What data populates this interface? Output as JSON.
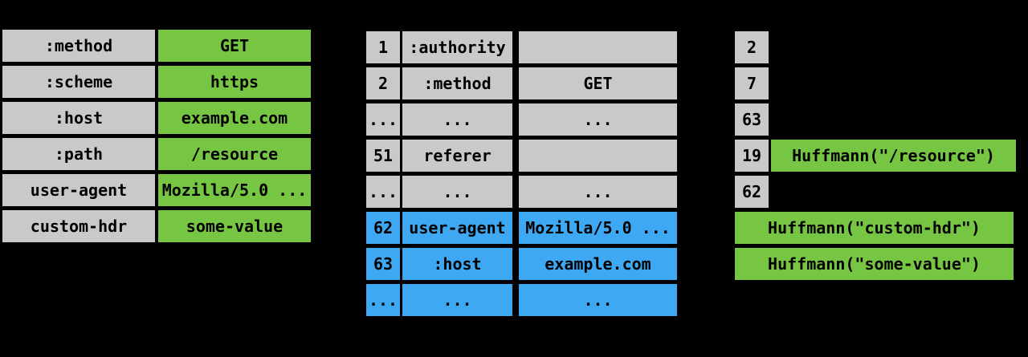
{
  "colors": {
    "background": "#000000",
    "gray": "#c9c9c9",
    "green": "#76c643",
    "blue": "#3fa8f2",
    "text": "#000000"
  },
  "header_list": {
    "rows": [
      {
        "name": ":method",
        "value": "GET"
      },
      {
        "name": ":scheme",
        "value": "https"
      },
      {
        "name": ":host",
        "value": "example.com"
      },
      {
        "name": ":path",
        "value": "/resource"
      },
      {
        "name": "user-agent",
        "value": "Mozilla/5.0 ..."
      },
      {
        "name": "custom-hdr",
        "value": "some-value"
      }
    ]
  },
  "index_table": {
    "rows": [
      {
        "index": "1",
        "name": ":authority",
        "value": "",
        "section": "static"
      },
      {
        "index": "2",
        "name": ":method",
        "value": "GET",
        "section": "static"
      },
      {
        "index": "...",
        "name": "...",
        "value": "...",
        "section": "static"
      },
      {
        "index": "51",
        "name": "referer",
        "value": "",
        "section": "static"
      },
      {
        "index": "...",
        "name": "...",
        "value": "...",
        "section": "static"
      },
      {
        "index": "62",
        "name": "user-agent",
        "value": "Mozilla/5.0 ...",
        "section": "dynamic"
      },
      {
        "index": "63",
        "name": ":host",
        "value": "example.com",
        "section": "dynamic"
      },
      {
        "index": "...",
        "name": "...",
        "value": "...",
        "section": "dynamic"
      }
    ]
  },
  "encoded_output": {
    "rows": [
      {
        "index": "2",
        "literal": ""
      },
      {
        "index": "7",
        "literal": ""
      },
      {
        "index": "63",
        "literal": ""
      },
      {
        "index": "19",
        "literal": "Huffmann(\"/resource\")"
      },
      {
        "index": "62",
        "literal": ""
      },
      {
        "index": "",
        "literal": "Huffmann(\"custom-hdr\")"
      },
      {
        "index": "",
        "literal": "Huffmann(\"some-value\")"
      }
    ]
  }
}
